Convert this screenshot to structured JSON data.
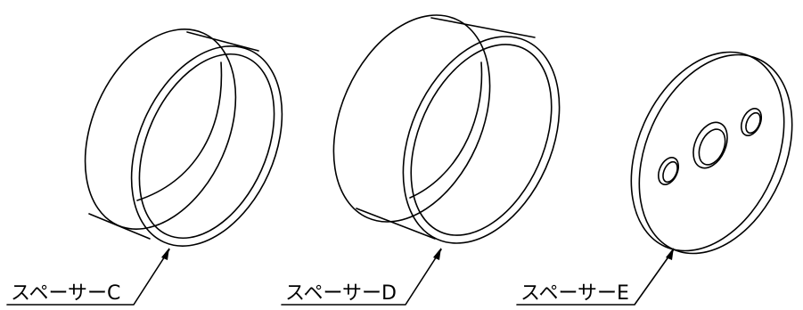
{
  "parts": [
    {
      "id": "spacer-c",
      "label": "スペーサーC"
    },
    {
      "id": "spacer-d",
      "label": "スペーサーD"
    },
    {
      "id": "spacer-e",
      "label": "スペーサーE"
    }
  ],
  "colors": {
    "line": "#000000",
    "background": "#ffffff"
  }
}
